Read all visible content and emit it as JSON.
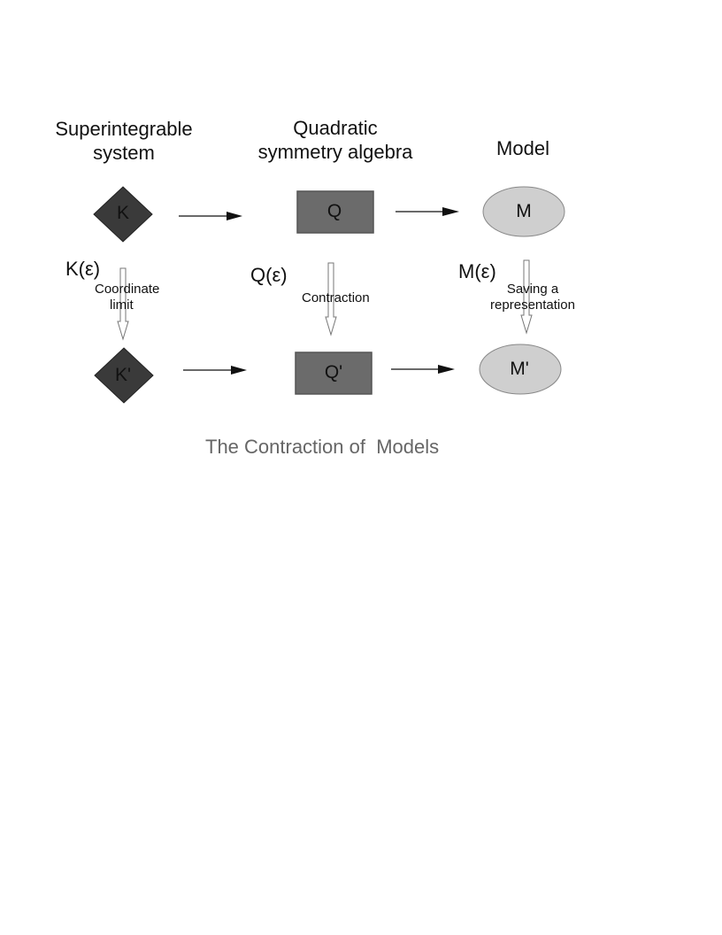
{
  "columns": {
    "left_header": [
      "Superintegrable",
      "system"
    ],
    "middle_header": [
      "Quadratic",
      "symmetry algebra"
    ],
    "right_header": "Model"
  },
  "nodes": {
    "k": "K",
    "q": "Q",
    "m": "M",
    "k_prime": "K'",
    "q_prime": "Q'",
    "m_prime": "M'"
  },
  "parameters": {
    "k": "K(ε)",
    "q": "Q(ε)",
    "m": "M(ε)"
  },
  "transitions": {
    "left": [
      "Coordinate",
      "limit"
    ],
    "middle": "Contraction",
    "right": [
      "Saving a",
      "representation"
    ]
  },
  "caption": "The Contraction of  Models",
  "colors": {
    "diamond_fill": "#3a3a3a",
    "rect_fill": "#6b6b6b",
    "ellipse_fill": "#cfcfcf",
    "caption_color": "#666666"
  }
}
